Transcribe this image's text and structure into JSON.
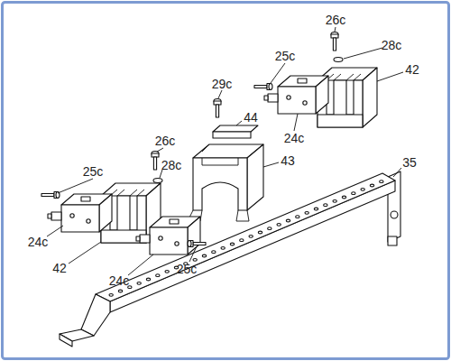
{
  "diagram": {
    "labels": [
      "26c",
      "25c",
      "28c",
      "42",
      "29c",
      "44",
      "24c",
      "43",
      "35",
      "26c",
      "25c",
      "28c",
      "24c",
      "42",
      "24c",
      "25c"
    ]
  }
}
